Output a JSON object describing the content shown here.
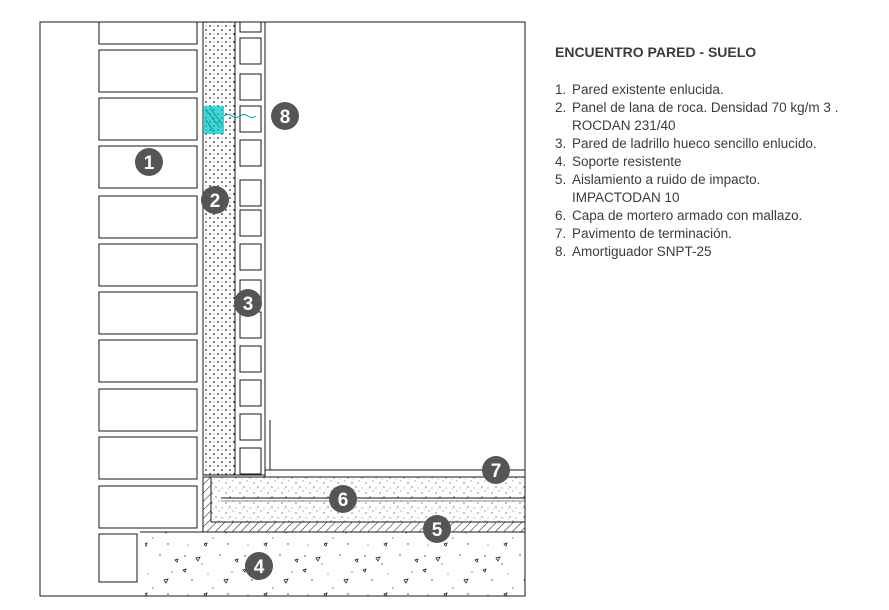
{
  "title": "ENCUENTRO PARED - SUELO",
  "legend": [
    {
      "num": "1.",
      "text": "Pared existente enlucida.",
      "text2": ""
    },
    {
      "num": "2.",
      "text": "Panel de lana de roca. Densidad 70 kg/m 3 .",
      "text2": "ROCDAN 231/40"
    },
    {
      "num": "3.",
      "text": "Pared de ladrillo hueco sencillo enlucido.",
      "text2": ""
    },
    {
      "num": "4.",
      "text": "Soporte resistente",
      "text2": ""
    },
    {
      "num": "5.",
      "text": "Aislamiento a ruido de impacto.",
      "text2": "IMPACTODAN 10"
    },
    {
      "num": "6.",
      "text": "Capa de mortero armado con mallazo.",
      "text2": ""
    },
    {
      "num": "7.",
      "text": "Pavimento de terminación.",
      "text2": ""
    },
    {
      "num": "8.",
      "text": "Amortiguador SNPT-25",
      "text2": ""
    }
  ],
  "markers": [
    "1",
    "2",
    "3",
    "4",
    "5",
    "6",
    "7",
    "8"
  ],
  "colors": {
    "line": "#1a1a1a",
    "marker_fill": "#555555",
    "marker_text": "#ffffff",
    "damper": "#00c8c8",
    "text": "#3c3c3c"
  }
}
